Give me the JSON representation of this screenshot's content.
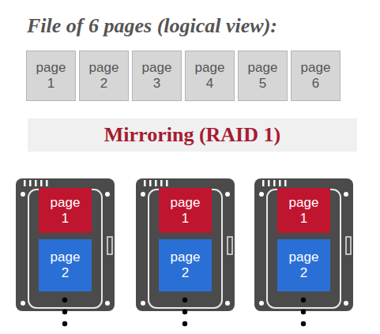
{
  "diagram": {
    "title": "File of 6 pages (logical view):",
    "nodes": [
      {
        "text": [
          "page 1"
        ]
      },
      {
        "text": [
          "page 2"
        ]
      },
      {
        "text": [
          "page 3"
        ]
      },
      {
        "text": [
          "page 4"
        ]
      },
      {
        "text": [
          "page 5"
        ]
      },
      {
        "text": [
          "page 6"
        ]
      },
      {
        "text": [
          "Mirroring (RAID 1)"
        ]
      },
      {
        "text": [
          "page 1"
        ]
      },
      {
        "text": [
          "page 2"
        ]
      },
      {
        "text": [
          "page 1"
        ]
      },
      {
        "text": [
          "page 2"
        ]
      },
      {
        "text": [
          "page 1"
        ]
      },
      {
        "text": [
          "page 2"
        ]
      }
    ]
  }
}
